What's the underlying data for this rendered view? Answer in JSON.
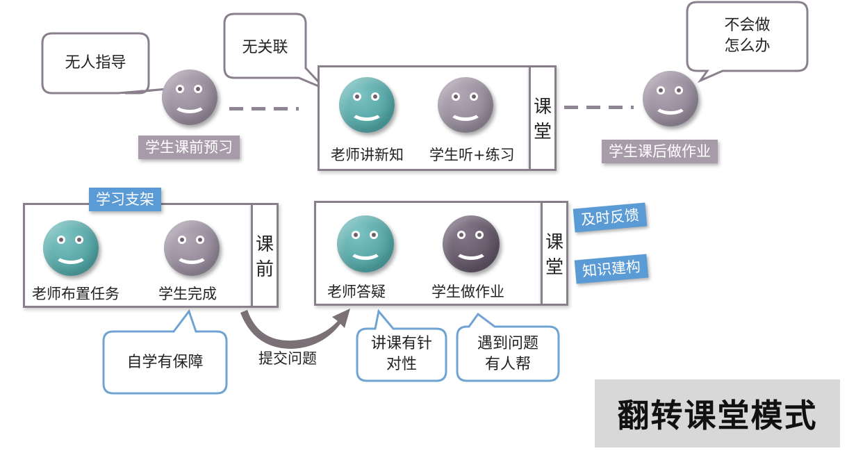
{
  "title": "翻转课堂模式",
  "colors": {
    "teal_face": "#4e9f9f",
    "grey_face": "#8f8595",
    "dark_face": "#5d5262",
    "tag_grey": "#a79ba9",
    "tag_blue": "#5b9bd5",
    "bubble_grey": "#8a7f8d",
    "bubble_blue": "#6fa3d3"
  },
  "traditional": {
    "bubble_preview": "无人指导",
    "tag_preview": "学生课前预习",
    "bubble_class": "无关联",
    "teacher_label": "老师讲新知",
    "student_label": "学生听+练习",
    "side_label_1": "课",
    "side_label_2": "堂",
    "bubble_after": "不会做\n怎么办",
    "tag_after": "学生课后做作业"
  },
  "flipped": {
    "tag_scaffold": "学习支架",
    "pre_teacher_label": "老师布置任务",
    "pre_student_label": "学生完成",
    "pre_side_1": "课",
    "pre_side_2": "前",
    "bubble_selfstudy": "自学有保障",
    "arrow_label": "提交问题",
    "class_teacher_label": "老师答疑",
    "class_student_label": "学生做作业",
    "class_side_1": "课",
    "class_side_2": "堂",
    "tag_feedback": "及时反馈",
    "tag_construct": "知识建构",
    "bubble_targeted": "讲课有针\n对性",
    "bubble_help": "遇到问题\n有人帮"
  }
}
